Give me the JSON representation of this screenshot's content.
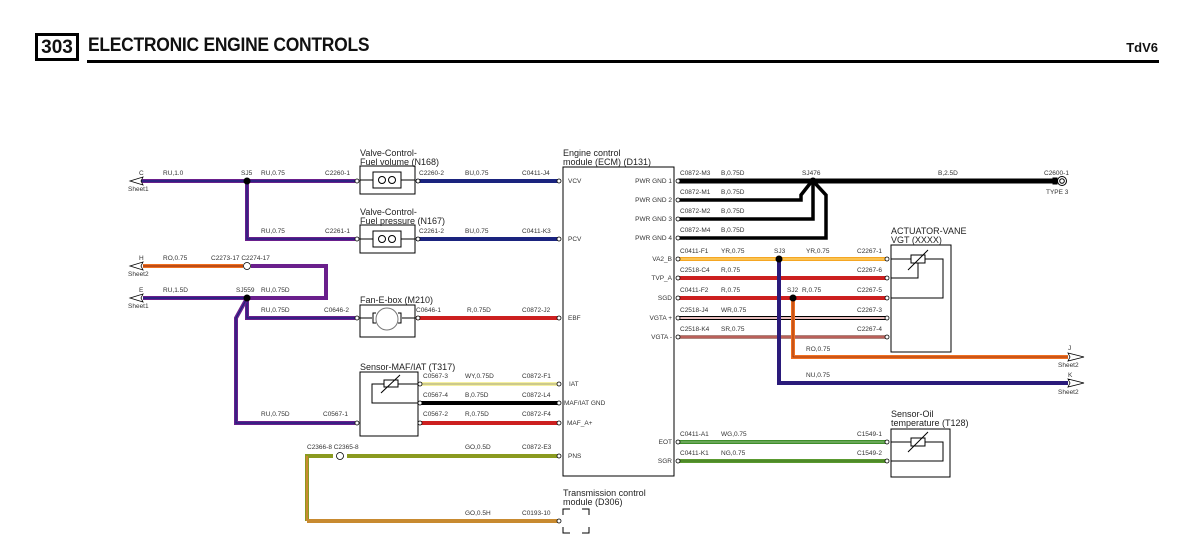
{
  "header": {
    "section_number": "303",
    "section_title": "ELECTRONIC ENGINE CONTROLS",
    "engine": "TdV6"
  },
  "colors": {
    "RU": "#6a1f8c",
    "BU": "#1a237e",
    "R": "#cc1f1f",
    "B": "#000000",
    "YR": "#f5a623",
    "WR": "#f2f2f2",
    "SR": "#b0867e",
    "RO": "#f07020",
    "NU": "#2a1a7a",
    "WY": "#f5f0a0",
    "WG": "#3f8f2a",
    "NG": "#5a9a30",
    "GO": "#8a9a20",
    "GO_H": "#c88a30"
  },
  "components": {
    "fuel_volume_valve": {
      "line1": "Valve-Control-",
      "line2": "Fuel volume (N168)"
    },
    "fuel_pressure_valve": {
      "line1": "Valve-Control-",
      "line2": "Fuel pressure (N167)"
    },
    "fan_ebox": {
      "line1": "Fan-E-box (M210)"
    },
    "maf_sensor": {
      "line1": "Sensor-MAF/IAT (T317)"
    },
    "ecm": {
      "line1": "Engine control",
      "line2": "module (ECM) (D131)"
    },
    "tcm": {
      "line1": "Transmission control",
      "line2": "module (D306)"
    },
    "vgt_actuator": {
      "line1": "ACTUATOR-VANE",
      "line2": "VGT (XXXX)"
    },
    "oil_temp_sensor": {
      "line1": "Sensor-Oil",
      "line2": "temperature (T128)"
    }
  },
  "ecm_pins_left": [
    "VCV",
    "PCV",
    "EBF",
    "IAT",
    "MAF/IAT GND",
    "MAF_A+",
    "PNS"
  ],
  "ecm_pins_right": [
    "PWR GND 1",
    "PWR GND 2",
    "PWR GND 3",
    "PWR GND 4",
    "VA2_B",
    "TVP_A",
    "SGD",
    "VGTA +",
    "VGTA -",
    "EOT",
    "SGR"
  ],
  "sheet_refs": {
    "C": {
      "letter": "C",
      "sheet": "Sheet1"
    },
    "H": {
      "letter": "H",
      "sheet": "Sheet2"
    },
    "E": {
      "letter": "E",
      "sheet": "Sheet1"
    },
    "J": {
      "letter": "J",
      "sheet": "Sheet2"
    },
    "K": {
      "letter": "K",
      "sheet": "Sheet2"
    }
  },
  "splices": [
    "SJ5",
    "SJ559",
    "SJ476",
    "SJ3",
    "SJ2"
  ],
  "ground": {
    "connector": "C2600-1",
    "type": "TYPE 3"
  },
  "wire_labels": {
    "c_main": "RU,1.0",
    "sj5_out": "RU,0.75",
    "sj5_down": "RU,0.75",
    "c2260_1": "C2260-1",
    "c2261_1": "C2261-1",
    "c2260_2": "C2260-2",
    "c2261_2": "C2261-2",
    "vcv_wire": "BU,0.75",
    "pcv_wire": "BU,0.75",
    "c0411_j4": "C0411-J4",
    "c0411_k3": "C0411-K3",
    "h_wire": "RO,0.75",
    "c2273_17": "C2273-17 C2274-17",
    "e_wire": "RU,1.5D",
    "sj559_out": "RU,0.75D",
    "fan_in": "RU,0.75D",
    "c0646_2": "C0646-2",
    "c0646_1": "C0646-1",
    "ebf_wire": "R,0.75D",
    "c0872_j2": "C0872-J2",
    "maf_in": "RU,0.75D",
    "c0567_1": "C0567-1",
    "c0567_3": "C0567-3",
    "iat_wire": "WY,0.75D",
    "c0872_f1": "C0872-F1",
    "c0567_4": "C0567-4",
    "gnd_wire": "B,0.75D",
    "c0872_l4": "C0872-L4",
    "c0567_2": "C0567-2",
    "maf_wire": "R,0.75D",
    "c0872_f4": "C0872-F4",
    "c2366_8": "C2366-8 C2365-8",
    "pns_wire": "GO,0.5D",
    "c0872_e3": "C0872-E3",
    "tcm_wire": "GO,0.5H",
    "c0193_10": "C0193-10",
    "c0872_m3": "C0872-M3",
    "pg1_wire": "B,0.75D",
    "c0872_m1": "C0872-M1",
    "pg2_wire": "B,0.75D",
    "c0872_m2": "C0872-M2",
    "pg3_wire": "B,0.75D",
    "c0872_m4": "C0872-M4",
    "pg4_wire": "B,0.75D",
    "gnd_main": "B,2.5D",
    "c0411_f1": "C0411-F1",
    "va2_wire": "YR,0.75",
    "va2_wire2": "YR,0.75",
    "c2267_1": "C2267-1",
    "c2518_c4": "C2518-C4",
    "tvp_wire": "R,0.75",
    "c2267_6": "C2267-6",
    "c0411_f2": "C0411-F2",
    "sgd_wire": "R,0.75",
    "sgd_wire2": "R,0.75",
    "c2267_5": "C2267-5",
    "c2518_j4": "C2518-J4",
    "vgtap_wire": "WR,0.75",
    "c2267_3": "C2267-3",
    "c2518_k4": "C2518-K4",
    "vgtam_wire": "SR,0.75",
    "c2267_4": "C2267-4",
    "j_wire": "RO,0.75",
    "k_wire": "NU,0.75",
    "c0411_a1": "C0411-A1",
    "eot_wire": "WG,0.75",
    "c1549_1": "C1549-1",
    "c0411_k1": "C0411-K1",
    "sgr_wire": "NG,0.75",
    "c1549_2": "C1549-2"
  }
}
